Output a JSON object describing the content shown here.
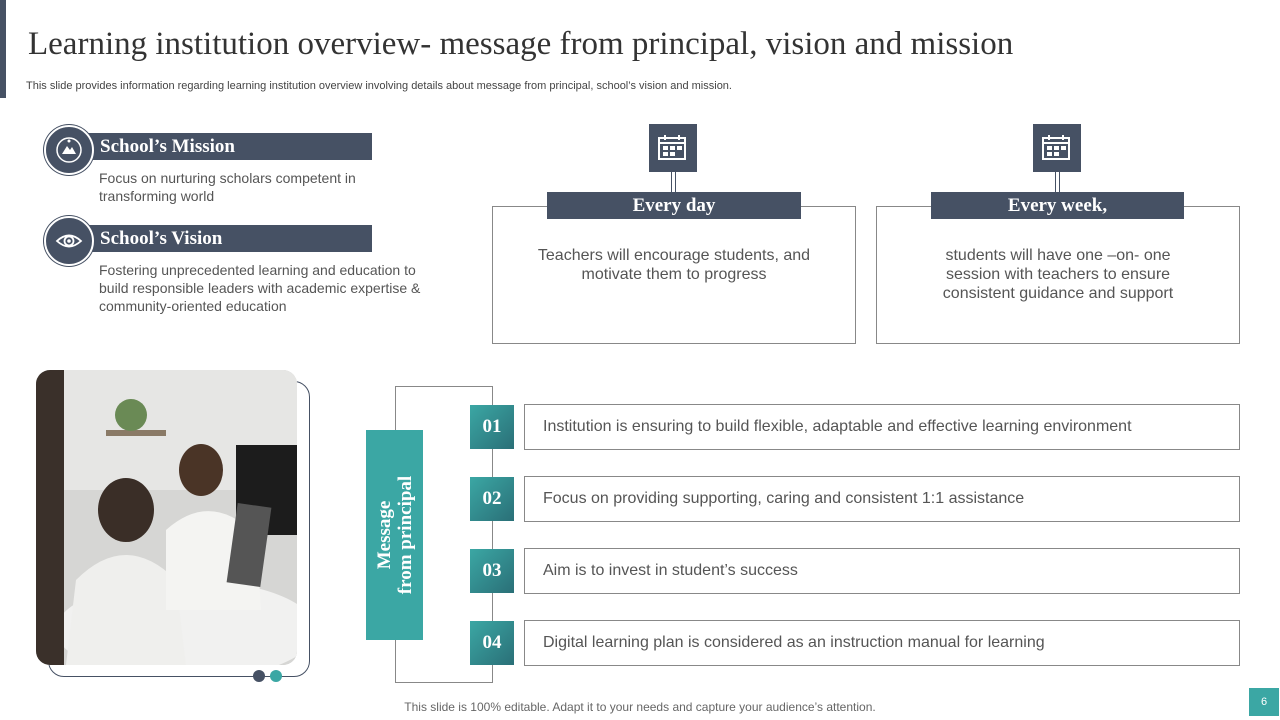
{
  "header": {
    "title": "Learning institution overview- message from principal, vision and mission",
    "subtitle": "This slide provides information regarding learning institution overview involving details about message from principal, school’s vision and mission."
  },
  "mission": {
    "label": "School’s Mission",
    "text": "Focus on nurturing scholars competent in transforming world",
    "icon": "mission-icon"
  },
  "vision": {
    "label": "School’s Vision",
    "text": "Fostering unprecedented learning and education to build responsible leaders with academic expertise & community-oriented education",
    "icon": "eye-icon"
  },
  "cards": [
    {
      "heading": "Every day",
      "text": "Teachers will encourage students, and motivate them to progress",
      "icon": "calendar-icon"
    },
    {
      "heading": "Every week,",
      "text": "students will have one –on- one session with teachers to ensure consistent guidance and support",
      "icon": "calendar-icon"
    }
  ],
  "message": {
    "label_line1": "Message",
    "label_line2": "from principal",
    "items": [
      {
        "num": "01",
        "text": "Institution  is ensuring to build flexible, adaptable and effective learning environment"
      },
      {
        "num": "02",
        "text": "Focus on providing supporting, caring and consistent 1:1 assistance"
      },
      {
        "num": "03",
        "text": "Aim is to invest in student’s success"
      },
      {
        "num": "04",
        "text": "Digital learning plan is considered as an instruction manual for learning"
      }
    ]
  },
  "footer": {
    "note": "This slide is 100% editable. Adapt it to your needs and capture your audience’s attention.",
    "page": "6"
  },
  "colors": {
    "navy": "#465164",
    "teal": "#3ba7a4",
    "border": "#888888"
  }
}
